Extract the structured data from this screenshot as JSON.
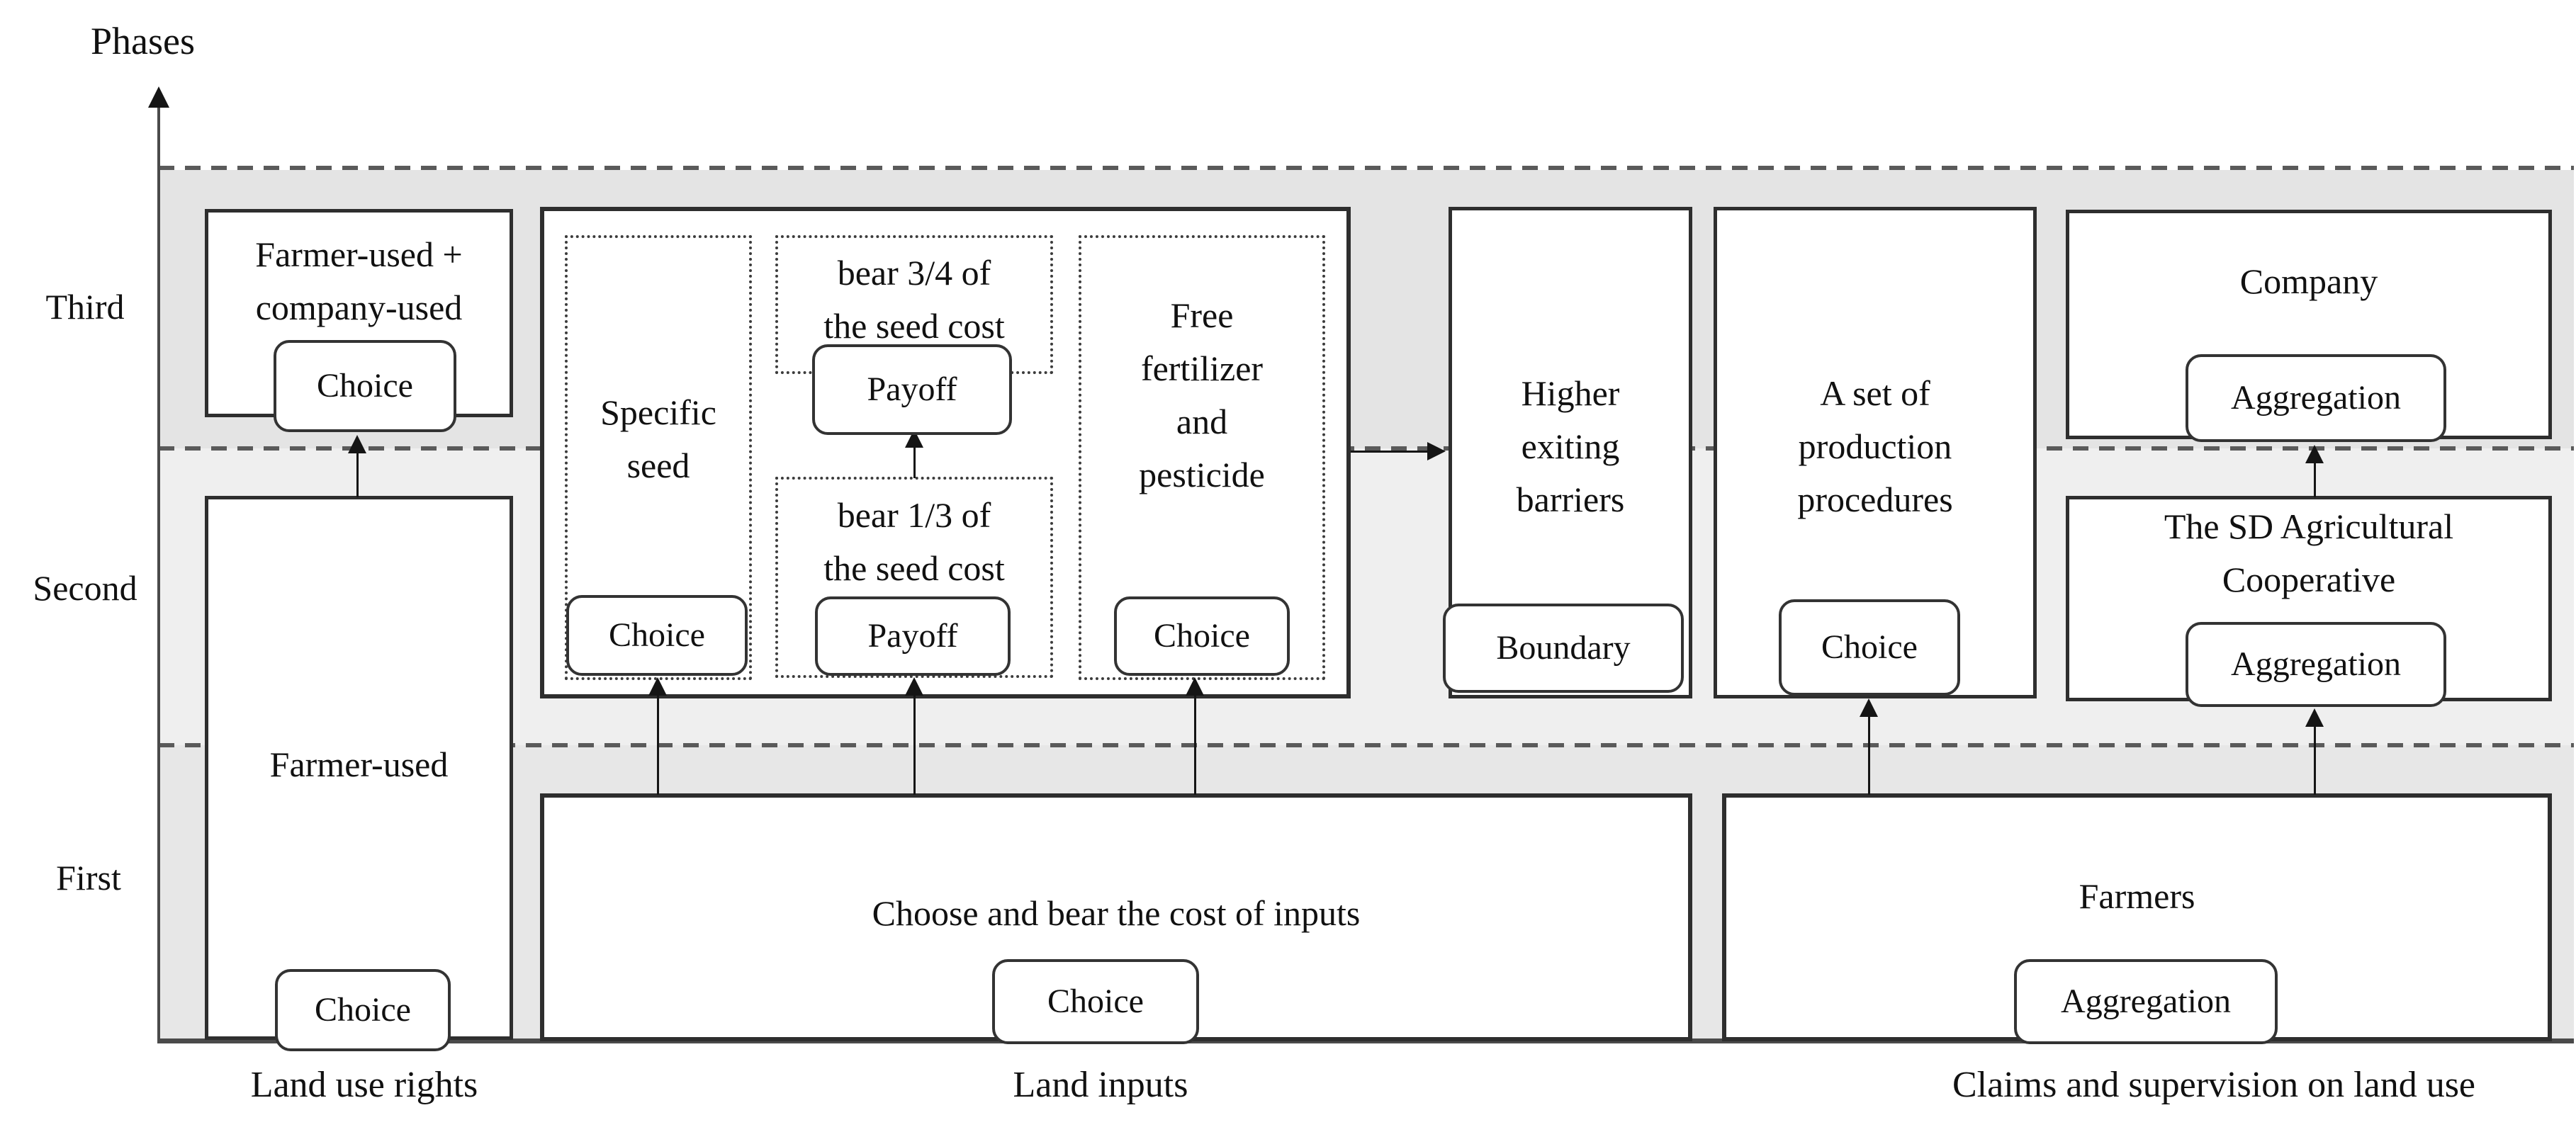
{
  "figure": {
    "axis_title": "Phases",
    "phases": {
      "third": "Third",
      "second": "Second",
      "first": "First"
    },
    "categories": {
      "land_use_rights": "Land use rights",
      "land_inputs": "Land inputs",
      "claims": "Claims and supervision on land use"
    }
  },
  "colors": {
    "band-third": "#e4e4e4",
    "band-second": "#efefef",
    "band-first": "#e7e7e7",
    "line": "#2e2e2e",
    "dash": "#5a5a5a",
    "text": "#111111"
  },
  "boxes": {
    "farmer_company": {
      "lines": [
        "Farmer-used +",
        "company-used"
      ],
      "button": "Choice"
    },
    "farmer_used": {
      "label": "Farmer-used",
      "button": "Choice"
    },
    "specific_seed": {
      "lines": [
        "Specific",
        "seed"
      ],
      "button": "Choice"
    },
    "bear_three_quarters": {
      "lines": [
        "bear 3/4 of",
        "the seed cost"
      ],
      "button": "Payoff"
    },
    "bear_one_third": {
      "lines": [
        "bear 1/3 of",
        "the seed cost"
      ],
      "button": "Payoff"
    },
    "free_fertilizer": {
      "lines": [
        "Free",
        "fertilizer",
        "and",
        "pesticide"
      ],
      "button": "Choice"
    },
    "higher_exiting_barriers": {
      "lines": [
        "Higher",
        "exiting",
        "barriers"
      ],
      "button": "Boundary"
    },
    "production_procedures": {
      "lines": [
        "A set of",
        "production",
        "procedures"
      ],
      "button": "Choice"
    },
    "company": {
      "label": "Company",
      "button": "Aggregation"
    },
    "sd_cooperative": {
      "lines": [
        "The SD Agricultural",
        "Cooperative"
      ],
      "button": "Aggregation"
    },
    "choose_inputs": {
      "label": "Choose and bear the cost of inputs",
      "button": "Choice"
    },
    "farmers": {
      "label": "Farmers",
      "button": "Aggregation"
    }
  }
}
